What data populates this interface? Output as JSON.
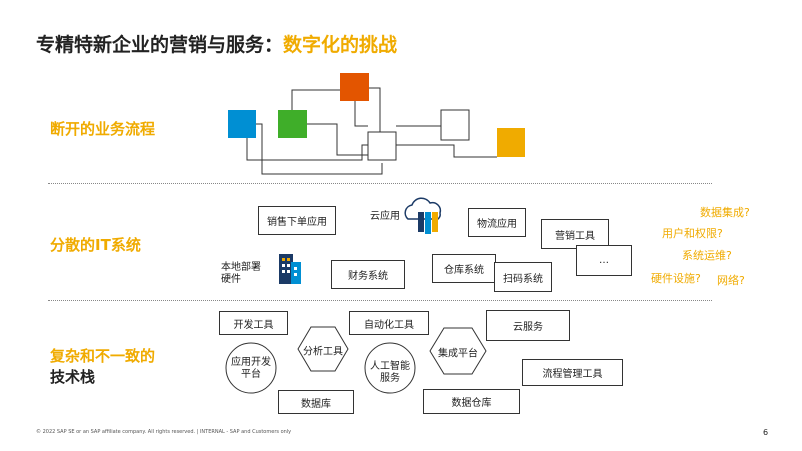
{
  "header": {
    "title_main": "专精特新企业的营销与服务：",
    "title_accent": "数字化的挑战"
  },
  "sections": {
    "s1": "断开的业务流程",
    "s2": "分散的IT系统",
    "s3_line1": "复杂和不一致的",
    "s3_line2": "技术栈"
  },
  "colors": {
    "accent": "#f0ab00",
    "blue": "#008fd3",
    "green": "#3fae29",
    "orange": "#e35500",
    "yellow": "#f0ab00"
  },
  "it_systems": {
    "sales_order": "销售下单应用",
    "cloud_app": "云应用",
    "logistics": "物流应用",
    "marketing": "营销工具",
    "ellipsis": "…",
    "onprem_hw_1": "本地部署",
    "onprem_hw_2": "硬件",
    "finance": "财务系统",
    "warehouse": "仓库系统",
    "scanning": "扫码系统"
  },
  "questions": {
    "q1": "数据集成?",
    "q2": "用户和权限?",
    "q3": "系统运维?",
    "q4": "硬件设施?",
    "q5": "网络?"
  },
  "tech_stack": {
    "dev_tools": "开发工具",
    "automation": "自动化工具",
    "cloud_service": "云服务",
    "app_dev_1": "应用开发",
    "app_dev_2": "平台",
    "analytics": "分析工具",
    "ai_1": "人工智能",
    "ai_2": "服务",
    "integration": "集成平台",
    "process_mgmt": "流程管理工具",
    "database": "数据库",
    "data_warehouse": "数据仓库"
  },
  "footer": {
    "copyright": "© 2022 SAP SE or an SAP affiliate company. All rights reserved. | INTERNAL - SAP and Customers only",
    "page": "6"
  }
}
